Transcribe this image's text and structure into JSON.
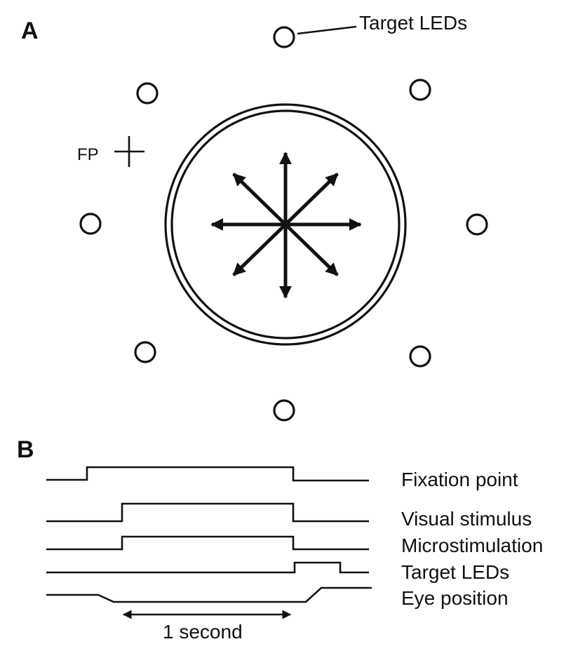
{
  "panel_a": {
    "label": "A",
    "target_leds_label": "Target LEDs",
    "fp_label": "FP",
    "led_count": 8,
    "arrow_count": 8
  },
  "panel_b": {
    "label": "B",
    "traces": [
      {
        "id": "fixation-point",
        "label": "Fixation point"
      },
      {
        "id": "visual-stimulus",
        "label": "Visual stimulus"
      },
      {
        "id": "microstimulation",
        "label": "Microstimulation"
      },
      {
        "id": "target-leds",
        "label": "Target LEDs"
      },
      {
        "id": "eye-position",
        "label": "Eye position"
      }
    ],
    "scale_bar_label": "1 second"
  }
}
